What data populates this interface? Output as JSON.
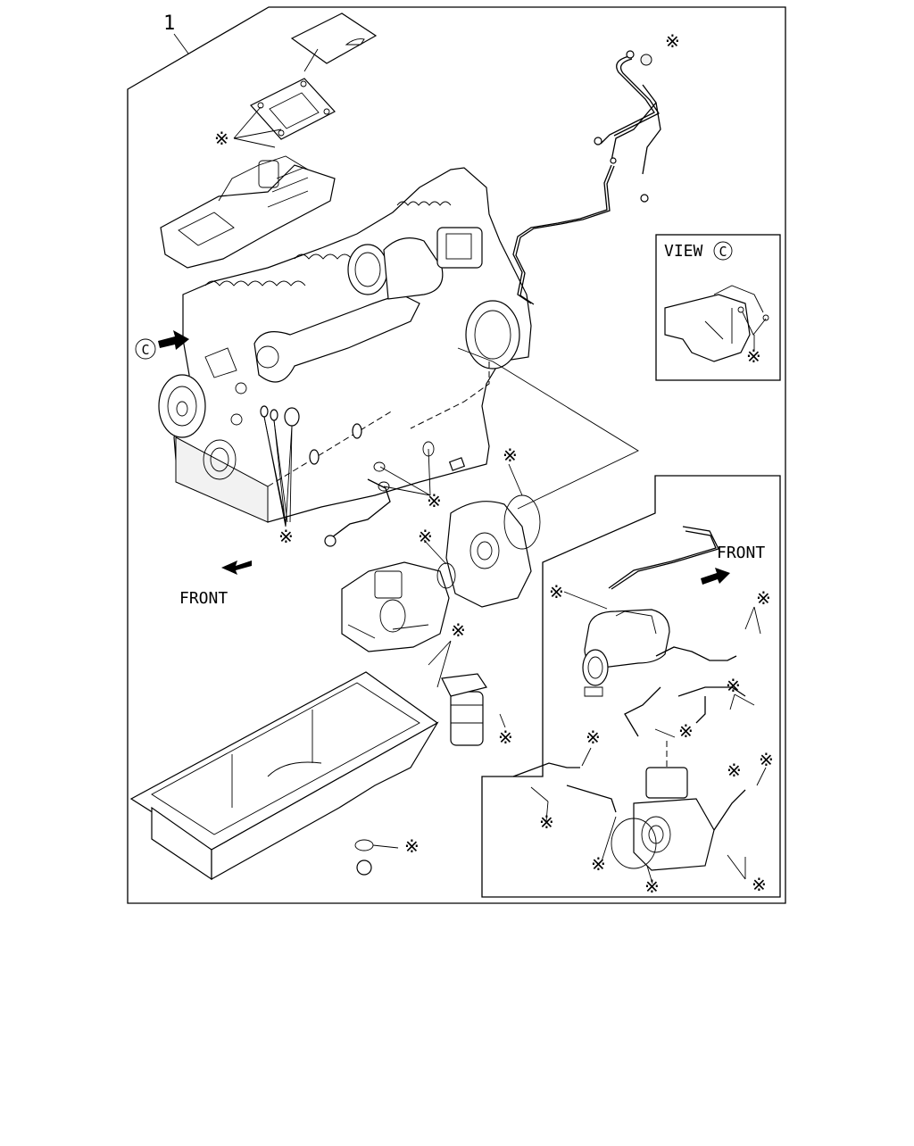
{
  "diagram": {
    "item_number": "1",
    "main_front_label": "FRONT",
    "view_title": "VIEW",
    "view_letter": "C",
    "inset_front_label": "FRONT",
    "callout_letter": "C",
    "asterisk_symbol": "※"
  }
}
